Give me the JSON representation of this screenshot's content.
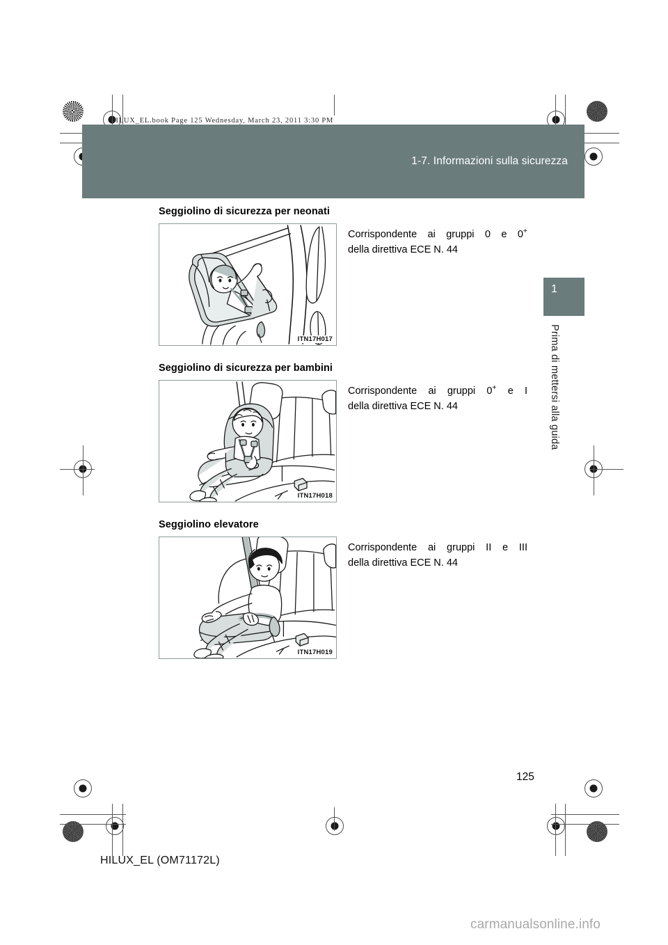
{
  "document": {
    "slug_line": "HILUX_EL.book  Page 125  Wednesday, March 23, 2011  3:30 PM",
    "header_title": "1-7. Informazioni sulla sicurezza",
    "page_number": "125",
    "footer_code": "HILUX_EL (OM71172L)",
    "watermark": "carmanualsonline.info",
    "band_color": "#6b7c7c"
  },
  "sidebar": {
    "chapter_number": "1",
    "chapter_label": "Prima di mettersi alla guida"
  },
  "sections": [
    {
      "title": "Seggiolino di sicurezza per neonati",
      "figure_id": "ITN17H017",
      "figure_name": "infant-seat-illustration",
      "caption_line1_pre": "Corrispondente ai gruppi 0 e 0",
      "caption_line1_sup": "+",
      "caption_line2": "della direttiva ECE N. 44"
    },
    {
      "title": "Seggiolino di sicurezza per bambini",
      "figure_id": "ITN17H018",
      "figure_name": "child-seat-illustration",
      "caption_line1_pre": "Corrispondente ai gruppi 0",
      "caption_line1_sup": "+",
      "caption_line1_post": " e I",
      "caption_line2": "della direttiva ECE N. 44"
    },
    {
      "title": "Seggiolino elevatore",
      "figure_id": "ITN17H019",
      "figure_name": "booster-seat-illustration",
      "caption_line1_pre": "Corrispondente ai gruppi II e III",
      "caption_line1_sup": "",
      "caption_line2": "della direttiva ECE N. 44"
    }
  ]
}
